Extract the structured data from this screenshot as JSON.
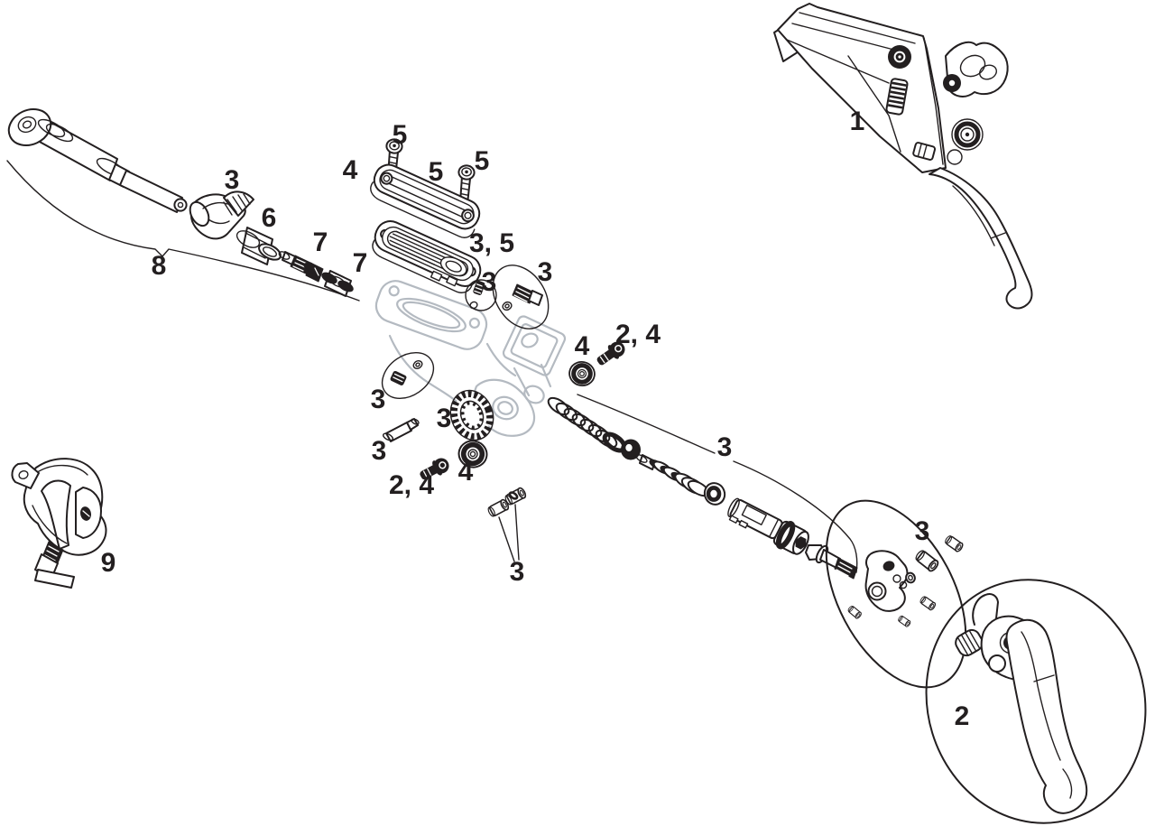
{
  "figure": {
    "kind": "exploded-parts-diagram",
    "subject": "hydraulic-disc-brake-lever",
    "colors": {
      "background": "#ffffff",
      "line": "#231f20",
      "ghost": "#b4bac1"
    }
  },
  "callouts": [
    {
      "text": "1",
      "part": "brake-lever-assembly"
    },
    {
      "text": "8",
      "part": "hydraulic-hose"
    },
    {
      "text": "3",
      "part": "hose-cover"
    },
    {
      "text": "6",
      "part": "compression-nut"
    },
    {
      "text": "7",
      "part": "compression-screw"
    },
    {
      "text": "7",
      "part": "hose-fitting"
    },
    {
      "text": "4",
      "part": "reservoir-cover-area"
    },
    {
      "text": "5",
      "part": "cover-screw-left"
    },
    {
      "text": "5",
      "part": "reservoir-cover"
    },
    {
      "text": "5",
      "part": "cover-screw-right"
    },
    {
      "text": "3, 5",
      "part": "reservoir-bladder"
    },
    {
      "text": "3",
      "part": "grub-screw"
    },
    {
      "text": "3",
      "part": "bleed-screw"
    },
    {
      "text": "3",
      "part": "contact-grub-screw"
    },
    {
      "text": "3",
      "part": "adjuster-wheel"
    },
    {
      "text": "3",
      "part": "pivot-pin"
    },
    {
      "text": "4",
      "part": "lever-bearing-lower"
    },
    {
      "text": "2, 4",
      "part": "pivot-bolt-lower"
    },
    {
      "text": "4",
      "part": "lever-bearing-right"
    },
    {
      "text": "2, 4",
      "part": "pivot-bolt-right"
    },
    {
      "text": "3",
      "part": "bushings"
    },
    {
      "text": "3",
      "part": "piston-kit"
    },
    {
      "text": "3",
      "part": "spare-parts-kit"
    },
    {
      "text": "2",
      "part": "lever-blade-assembly"
    },
    {
      "text": "9",
      "part": "handlebar-clamp"
    }
  ]
}
